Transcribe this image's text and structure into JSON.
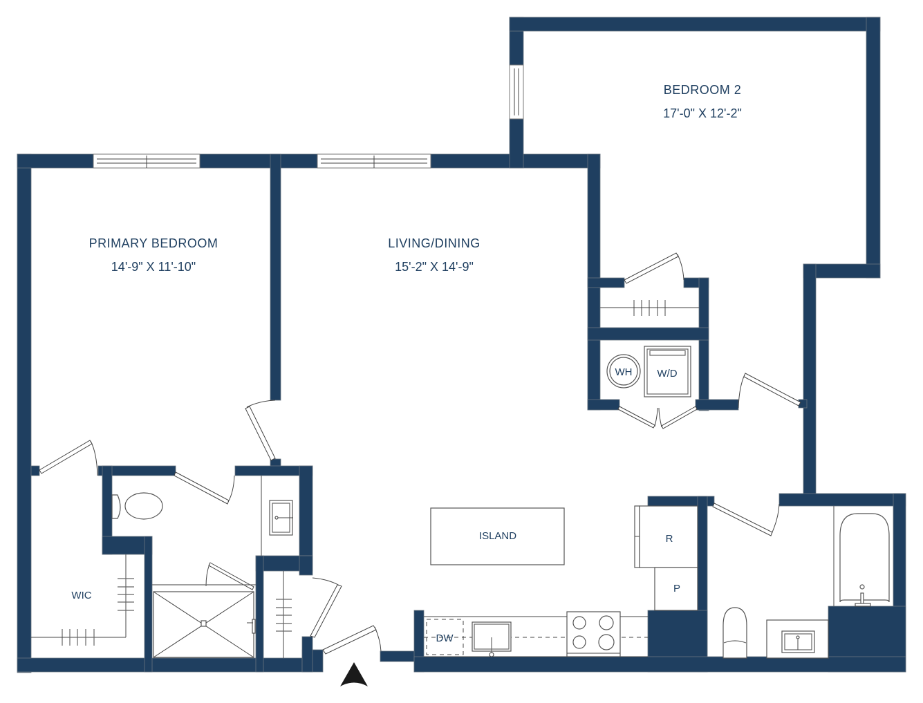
{
  "plan": {
    "colors": {
      "wall": "#1f3f60",
      "label": "#1f3f60",
      "north_arrow": "#1a1a1a"
    },
    "rooms": [
      {
        "id": "primary-bedroom",
        "name": "PRIMARY BEDROOM",
        "dimensions": "14'-9\" X 11'-10\""
      },
      {
        "id": "living-dining",
        "name": "LIVING/DINING",
        "dimensions": "15'-2\" X 14'-9\""
      },
      {
        "id": "bedroom-2",
        "name": "BEDROOM 2",
        "dimensions": "17'-0\" X 12'-2\""
      }
    ],
    "fixtures": {
      "wic": "WIC",
      "island": "ISLAND",
      "refrigerator": "R",
      "pantry": "P",
      "dishwasher": "DW",
      "water_heater": "WH",
      "washer_dryer": "W/D"
    },
    "north_arrow": "north-arrow"
  }
}
